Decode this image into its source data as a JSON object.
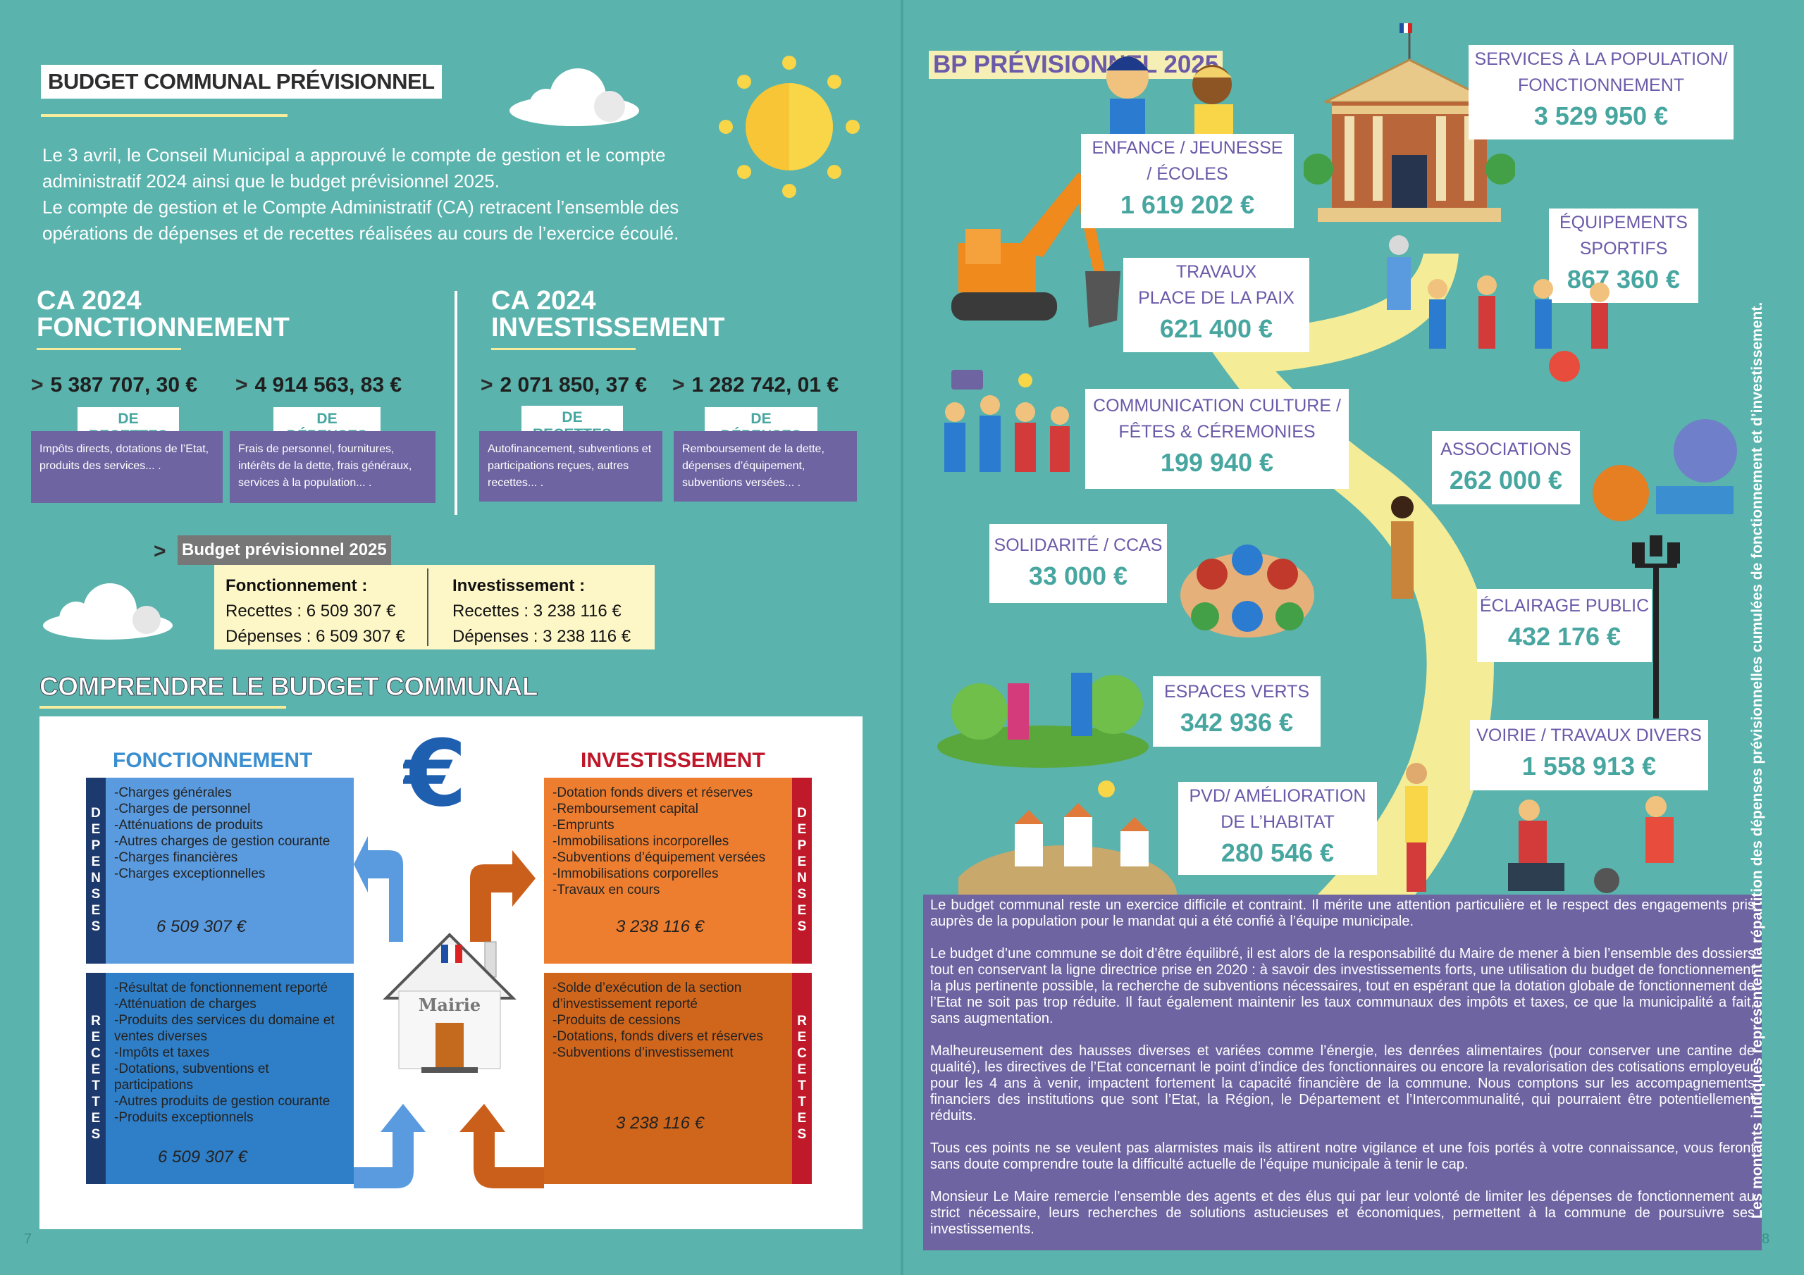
{
  "left": {
    "title": "BUDGET COMMUNAL PRÉVISIONNEL",
    "intro": [
      "Le 3 avril, le Conseil Municipal a approuvé le compte de gestion et le compte",
      "administratif  2024 ainsi que le budget prévisionnel 2025.",
      "Le compte de gestion et le Compte Administratif (CA) retracent l’ensemble des",
      "opérations de dépenses et de recettes réalisées au cours de l’exercice écoulé."
    ],
    "ca_fonct": {
      "heading_1": "CA 2024",
      "heading_2": "FONCTIONNEMENT",
      "recettes_amount": "5 387 707, 30 €",
      "recettes_tag": "DE RECETTES",
      "recettes_desc": "Impôts directs, dotations de l’Etat, produits des services... .",
      "depenses_amount": "4 914 563, 83 €",
      "depenses_tag": "DE DÉPENSES",
      "depenses_desc": "Frais de personnel, fournitures, intérêts de la dette, frais généraux, services à la population... ."
    },
    "ca_invest": {
      "heading_1": "CA 2024",
      "heading_2": "INVESTISSEMENT",
      "recettes_amount": "2 071 850, 37 €",
      "recettes_tag": "DE RECETTES",
      "recettes_desc": "Autofinancement, subventions et participations reçues, autres recettes... .",
      "depenses_amount": "1 282 742, 01 €",
      "depenses_tag": "DE DÉPENSES",
      "depenses_desc": "Remboursement de la dette, dépenses d’équipement, subventions versées... ."
    },
    "bp2025": {
      "label": "Budget prévisionnel 2025",
      "fonct_title": "Fonctionnement :",
      "fonct_recettes": "Recettes : 6 509 307 €",
      "fonct_depenses": "Dépenses : 6 509 307 €",
      "invest_title": "Investissement :",
      "invest_recettes": "Recettes : 3 238 116 €",
      "invest_depenses": "Dépenses : 3 238 116 €"
    },
    "comprendre": "COMPRENDRE LE BUDGET COMMUNAL",
    "diagram": {
      "fonct_title": "FONCTIONNEMENT",
      "invest_title": "INVESTISSEMENT",
      "vbar_depenses": "DEPENSES",
      "vbar_recettes": "RECETTES",
      "mairie": "Mairie",
      "fonct_depenses_items": [
        "-Charges générales",
        "-Charges de personnel",
        "-Atténuations de produits",
        "-Autres charges de gestion courante",
        "-Charges financières",
        "-Charges exceptionnelles"
      ],
      "fonct_depenses_total": "6 509 307 €",
      "fonct_recettes_items": [
        "-Résultat de fonctionnement reporté",
        "-Atténuation de charges",
        "-Produits des services du domaine et ventes diverses",
        "-Impôts et taxes",
        "-Dotations, subventions et participations",
        "-Autres produits de gestion courante",
        "-Produits exceptionnels"
      ],
      "fonct_recettes_total": "6 509 307 €",
      "invest_depenses_items": [
        "-Dotation fonds divers et réserves",
        "-Remboursement capital",
        "-Emprunts",
        "-Immobilisations incorporelles",
        "-Subventions d’équipement versées",
        "-Immobilisations corporelles",
        "-Travaux en cours"
      ],
      "invest_depenses_total": "3 238 116 €",
      "invest_recettes_items": [
        "-Solde d’exécution de la section d’investissement reporté",
        "-Produits de cessions",
        "-Dotations, fonds divers et réserves",
        "-Subventions d’investissement"
      ],
      "invest_recettes_total": "3 238 116 €"
    },
    "page_number": "7"
  },
  "right": {
    "title": "BP PRÉVISIONNEL 2025",
    "cards": [
      {
        "label_lines": [
          "SERVICES À LA POPULATION/",
          "FONCTIONNEMENT"
        ],
        "amount": "3 529 950 €"
      },
      {
        "label_lines": [
          "ENFANCE / JEUNESSE",
          "/ ÉCOLES"
        ],
        "amount": "1 619 202 €"
      },
      {
        "label_lines": [
          "ÉQUIPEMENTS",
          "SPORTIFS"
        ],
        "amount": "867 360 €"
      },
      {
        "label_lines": [
          "TRAVAUX",
          "PLACE DE LA PAIX"
        ],
        "amount": "621 400 €"
      },
      {
        "label_lines": [
          "COMMUNICATION CULTURE /",
          "FÊTES & CÉREMONIES"
        ],
        "amount": "199 940 €"
      },
      {
        "label_lines": [
          "ASSOCIATIONS"
        ],
        "amount": "262 000 €"
      },
      {
        "label_lines": [
          "SOLIDARITÉ / CCAS"
        ],
        "amount": "33 000 €"
      },
      {
        "label_lines": [
          "ÉCLAIRAGE PUBLIC"
        ],
        "amount": "432 176 €"
      },
      {
        "label_lines": [
          "ESPACES VERTS"
        ],
        "amount": "342 936 €"
      },
      {
        "label_lines": [
          "VOIRIE / TRAVAUX DIVERS"
        ],
        "amount": "1 558 913 €"
      },
      {
        "label_lines": [
          "PVD/ AMÉLIORATION",
          "DE L’HABITAT"
        ],
        "amount": "280 546 €"
      }
    ],
    "paragraphs": [
      "Le budget communal reste un exercice difficile et contraint. Il mérite une attention particulière et le respect des engagements pris auprès de la population pour le mandat qui a été confié à l’équipe municipale.",
      "Le budget d’une commune se doit d’être équilibré, il est alors de la responsabilité du Maire de mener à bien l’ensemble des dossiers tout en conservant la ligne directrice prise en 2020 : à savoir des investissements forts, une utilisation du budget de fonctionnement la plus pertinente possible, la recherche de subventions nécessaires, tout en espérant que la dotation globale de fonctionnement de l’Etat ne soit pas trop réduite. Il faut également maintenir les taux communaux des impôts et taxes, ce que la municipalité a fait, sans augmentation.",
      "Malheureusement des hausses diverses et variées comme l’énergie, les denrées alimentaires (pour conserver une cantine de qualité), les directives de l’Etat concernant le point d’indice des fonctionnaires ou encore la revalorisation des cotisations employeur pour les 4 ans à venir, impactent fortement la capacité financière de la commune. Nous comptons sur les accompagnements financiers des institutions que sont l’Etat, la Région, le Département et l’Intercommunalité, qui pourraient être potentiellement réduits.",
      "Tous ces points ne se veulent pas alarmistes mais ils attirent notre vigilance et une fois portés à votre connaissance, vous feront sans doute comprendre toute la difficulté actuelle de l’équipe municipale à tenir le cap.",
      "Monsieur Le Maire remercie l’ensemble des agents et des élus qui par leur volonté de limiter les dépenses de fonctionnement au strict nécessaire, leurs recherches de solutions astucieuses et économiques, permettent à la commune de poursuivre ses investissements."
    ],
    "side_note": "Les montants indiqués représentent la répartition des dépenses prévisionnelles cumulées de fonctionnement et d’investissement.",
    "page_number": "8"
  },
  "colors": {
    "background": "#5ab3ac",
    "accent_teal": "#47a6a0",
    "purple": "#6f64a2",
    "title_purple": "#6b5aa8",
    "cream": "#fdf7c7",
    "underline_yellow": "#f7ec9b",
    "fonct_blue": "#2f83c9",
    "invest_orange": "#e37b2a",
    "invest_red": "#c0392b"
  }
}
